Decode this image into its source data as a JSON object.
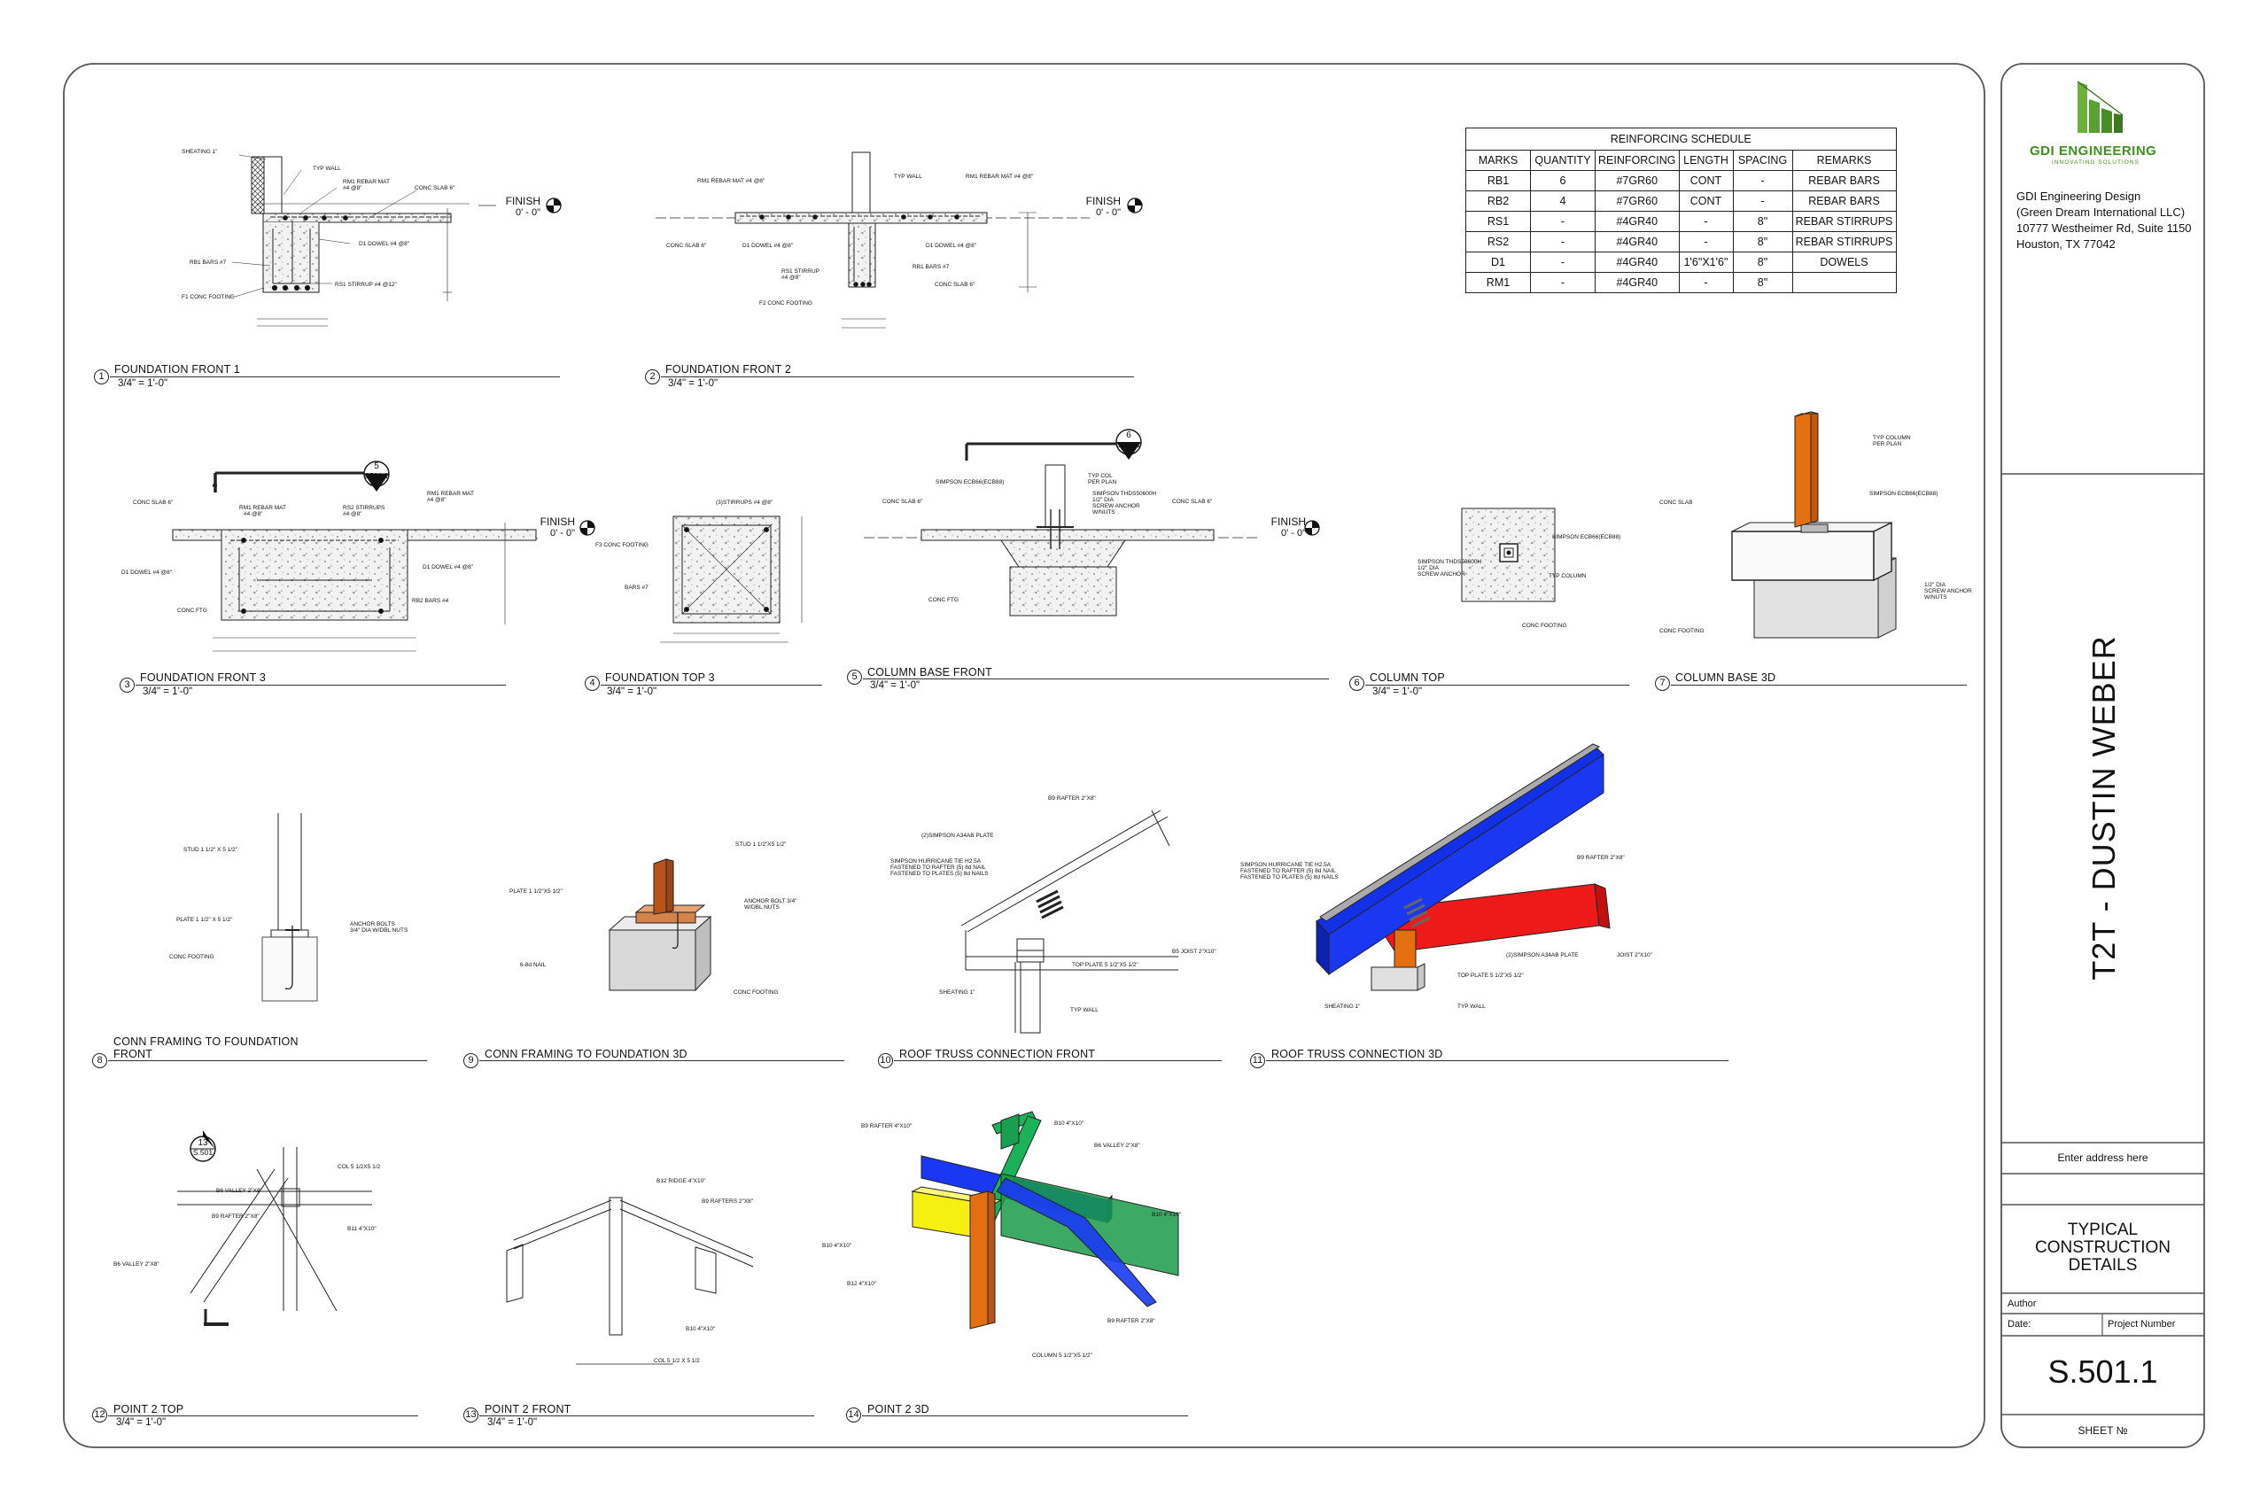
{
  "company": {
    "logo_name": "GDI ENGINEERING",
    "logo_tagline": "INNOVATING SOLUTIONS",
    "lines": [
      "GDI Engineering Design",
      "(Green Dream International LLC)",
      "10777 Westheimer Rd, Suite 1150",
      "Houston, TX 77042"
    ]
  },
  "project_title": "T2T - DUSTIN WEBER",
  "address": "Enter address here",
  "sheet_title": [
    "TYPICAL",
    "CONSTRUCTION",
    "DETAILS"
  ],
  "author_label": "Author",
  "date_label": "Date:",
  "project_number_label": "Project Number",
  "sheet_number": "S.501.1",
  "sheet_no_label": "SHEET №",
  "schedule": {
    "title": "REINFORCING SCHEDULE",
    "headers": [
      "MARKS",
      "QUANTITY",
      "REINFORCING",
      "LENGTH",
      "SPACING",
      "REMARKS"
    ],
    "rows": [
      [
        "RB1",
        "6",
        "#7GR60",
        "CONT",
        "-",
        "REBAR BARS"
      ],
      [
        "RB2",
        "4",
        "#7GR60",
        "CONT",
        "-",
        "REBAR BARS"
      ],
      [
        "RS1",
        "-",
        "#4GR40",
        "-",
        "8\"",
        "REBAR STIRRUPS"
      ],
      [
        "RS2",
        "-",
        "#4GR40",
        "-",
        "8\"",
        "REBAR STIRRUPS"
      ],
      [
        "D1",
        "-",
        "#4GR40",
        "1'6\"X1'6\"",
        "8\"",
        "DOWELS"
      ],
      [
        "RM1",
        "-",
        "#4GR40",
        "-",
        "8\"",
        ""
      ]
    ]
  },
  "details": [
    {
      "num": "1",
      "title": "FOUNDATION FRONT 1",
      "scale": "3/4\" = 1'-0\""
    },
    {
      "num": "2",
      "title": "FOUNDATION FRONT 2",
      "scale": "3/4\" = 1'-0\""
    },
    {
      "num": "3",
      "title": "FOUNDATION FRONT 3",
      "scale": "3/4\" = 1'-0\""
    },
    {
      "num": "4",
      "title": "FOUNDATION TOP 3",
      "scale": "3/4\" = 1'-0\""
    },
    {
      "num": "5",
      "title": "COLUMN BASE FRONT",
      "scale": "3/4\" = 1'-0\""
    },
    {
      "num": "6",
      "title": "COLUMN TOP",
      "scale": "3/4\" = 1'-0\""
    },
    {
      "num": "7",
      "title": "COLUMN BASE 3D",
      "scale": ""
    },
    {
      "num": "8",
      "title": "CONN FRAMING TO FOUNDATION",
      "title2": "FRONT",
      "scale": ""
    },
    {
      "num": "9",
      "title": "CONN FRAMING TO FOUNDATION 3D",
      "scale": ""
    },
    {
      "num": "10",
      "title": "ROOF TRUSS CONNECTION FRONT",
      "scale": ""
    },
    {
      "num": "11",
      "title": "ROOF TRUSS CONNECTION 3D",
      "scale": ""
    },
    {
      "num": "12",
      "title": "POINT 2 TOP",
      "scale": "3/4\" = 1'-0\""
    },
    {
      "num": "13",
      "title": "POINT 2 FRONT",
      "scale": "3/4\" = 1'-0\""
    },
    {
      "num": "14",
      "title": "POINT 2 3D",
      "scale": ""
    }
  ],
  "levels": {
    "finish": "FINISH",
    "elev": "0' - 0\""
  },
  "section_refs": {
    "r5": "5",
    "r6": "6",
    "r13": "13",
    "sheet": "S501.1",
    "sheet2": "S.501"
  },
  "notes": {
    "sheathing": "SHEATING 1\"",
    "typ_wall": "TYP WALL",
    "rm1_mat": "RM1 REBAR MAT",
    "at4": "#4 @8\"",
    "conc_slab": "CONC SLAB 6\"",
    "rb1": "RB1 BARS #7",
    "d1_dowel": "D1 DOWEL #4 @8\"",
    "rs1": "RS1 STIRRUP #4 @12\"",
    "f1": "F1 CONC FOOTING",
    "rm1_full": "RM1 REBAR MAT #4 @8\"",
    "rs1b": "RS1 STIRRUP",
    "f2": "F2 CONC FOOTING",
    "rs2": "RS2 STIRRUPS",
    "rb2": "RB2 BARS #4",
    "conc_ftg": "CONC FTG",
    "stirrups3": "(3)STIRRUPS #4 @8\"",
    "f3": "F3 CONC FOOTING",
    "bars7": "BARS #7",
    "simpson_ecb": "SIMPSON ECB66(ECB88)",
    "typ_col": "TYP COL",
    "per_plan": "PER PLAN",
    "simpson_thd": "SIMPSON THDS50600H",
    "half_dia": "1/2\" DIA",
    "screw_anchor": "SCREW ANCHOR",
    "wnuts": "W/NUTS",
    "typ_column": "TYP COLUMN",
    "conc_footing": "CONC FOOTING",
    "conc_slab2": "CONC SLAB",
    "stud": "STUD 1 1/2\" X 5 1/2\"",
    "plate": "PLATE 1 1/2\" X 5 1/2\"",
    "anchor_bolts": "ANCHOR BOLTS",
    "dbl_nuts": "3/4\" DIA W/DBL NUTS",
    "stud2": "STUD 1 1/2\"X5 1/2\"",
    "plate2": "PLATE 1 1/2\"X5 1/2\"",
    "anchor_bolt2": "ANCHOR BOLT 3/4\"",
    "wdbl": "W/DBL NUTS",
    "nail": "6-8d NAIL",
    "b9_rafter": "B9 RAFTER 2\"X8\"",
    "simpson_a34": "(2)SIMPSON A34AB PLATE",
    "hurricane": "SIMPSON HURRICANE TIE H2.5A",
    "fast_rafter": "FASTENED TO RAFTER (5) 8d NAIL",
    "fast_plates": "FASTENED TO PLATES (5) 8d NAILS",
    "top_plate": "TOP PLATE 5 1/2\"X5 1/2\"",
    "b5_joist": "B5 JOIST 2\"X10\"",
    "joist": "JOIST 2\"X10\"",
    "col_5": "COL 5 1/2X5 1/2",
    "b6_valley": "B6 VALLEY 2\"X8\"",
    "b11": "B11 4\"X10\"",
    "b12_ridge": "B12 RIDGE 4\"X10\"",
    "b9_rafters": "B9 RAFTERS 2\"X8\"",
    "b10": "B10 4\"X10\"",
    "col_5b": "COL 5 1/2 X 5 1/2",
    "b9_rafter4": "B9 RAFTER 4\"X10\"",
    "b12": "B12 4\"X10\"",
    "column_5": "COLUMN 5 1/2\"X5 1/2\""
  }
}
